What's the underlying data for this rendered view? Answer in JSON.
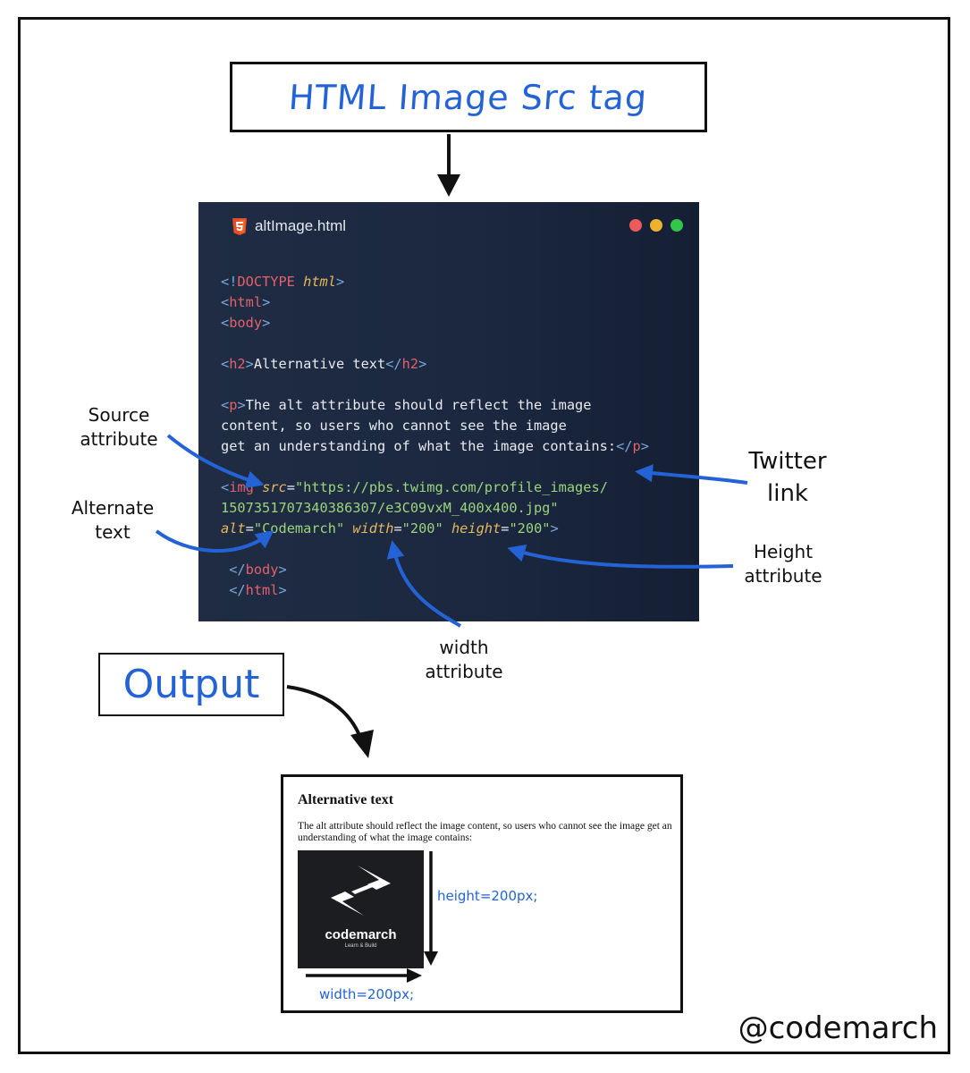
{
  "title": "HTML Image Src tag",
  "code_window": {
    "file_name": "altImage.html",
    "dot_colors": {
      "red": "#ee5b5b",
      "yellow": "#eeb32e",
      "green": "#33c748"
    },
    "lines": [
      [
        [
          "p",
          "<!"
        ],
        [
          "t",
          "DOCTYPE"
        ],
        [
          "w",
          " "
        ],
        [
          "a",
          "html"
        ],
        [
          "p",
          ">"
        ]
      ],
      [
        [
          "p",
          "<"
        ],
        [
          "t",
          "html"
        ],
        [
          "p",
          ">"
        ]
      ],
      [
        [
          "p",
          "<"
        ],
        [
          "t",
          "body"
        ],
        [
          "p",
          ">"
        ]
      ],
      [],
      [
        [
          "p",
          "<"
        ],
        [
          "t",
          "h2"
        ],
        [
          "p",
          ">"
        ],
        [
          "w",
          "Alternative text"
        ],
        [
          "p",
          "</"
        ],
        [
          "t",
          "h2"
        ],
        [
          "p",
          ">"
        ]
      ],
      [],
      [
        [
          "p",
          "<"
        ],
        [
          "t",
          "p"
        ],
        [
          "p",
          ">"
        ],
        [
          "w",
          "The alt attribute should reflect the image"
        ]
      ],
      [
        [
          "w",
          "content, so users who cannot see the image"
        ]
      ],
      [
        [
          "w",
          "get an understanding of what the image contains:"
        ],
        [
          "p",
          "</"
        ],
        [
          "t",
          "p"
        ],
        [
          "p",
          ">"
        ]
      ],
      [],
      [
        [
          "p",
          "<"
        ],
        [
          "t",
          "img"
        ],
        [
          "w",
          " "
        ],
        [
          "a",
          "src"
        ],
        [
          "w",
          "="
        ],
        [
          "s",
          "\"https://pbs.twimg.com/profile_images/"
        ]
      ],
      [
        [
          "s",
          "1507351707340386307/e3C09vxM_400x400.jpg\""
        ]
      ],
      [
        [
          "a",
          "alt"
        ],
        [
          "w",
          "="
        ],
        [
          "s",
          "\"Codemarch\""
        ],
        [
          "w",
          " "
        ],
        [
          "a",
          "width"
        ],
        [
          "w",
          "="
        ],
        [
          "s",
          "\"200\""
        ],
        [
          "w",
          " "
        ],
        [
          "a",
          "height"
        ],
        [
          "w",
          "="
        ],
        [
          "s",
          "\"200\""
        ],
        [
          "p",
          ">"
        ]
      ],
      [],
      [
        [
          "w",
          " "
        ],
        [
          "p",
          "</"
        ],
        [
          "t",
          "body"
        ],
        [
          "p",
          ">"
        ]
      ],
      [
        [
          "w",
          " "
        ],
        [
          "p",
          "</"
        ],
        [
          "t",
          "html"
        ],
        [
          "p",
          ">"
        ]
      ]
    ]
  },
  "annotations": {
    "source": [
      "Source",
      "attribute"
    ],
    "alternate": [
      "Alternate",
      "text"
    ],
    "twitter": [
      "Twitter",
      "link"
    ],
    "height": [
      "Height",
      "attribute"
    ],
    "width": [
      "width",
      "attribute"
    ]
  },
  "output_label": "Output",
  "preview": {
    "heading": "Alternative text",
    "paragraph": "The alt attribute should reflect the image content, so users who cannot see the image get an understanding of what the image contains:",
    "logo_name": "codemarch",
    "logo_tagline": "Learn & Build",
    "height_label": "height=200px;",
    "width_label": "width=200px;"
  },
  "handle": "@codemarch",
  "colors": {
    "accent_blue": "#2463d6",
    "code_bg": "#1b2840"
  }
}
